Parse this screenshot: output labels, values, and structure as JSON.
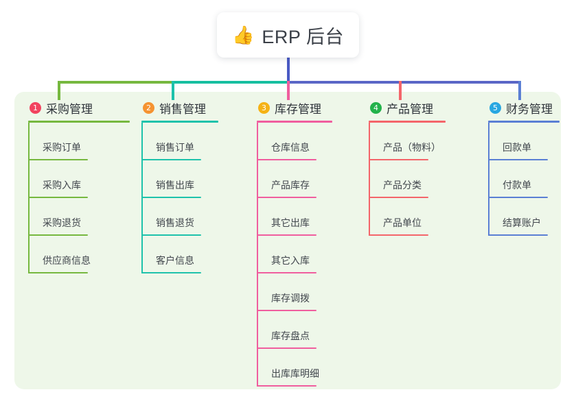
{
  "root": {
    "emoji": "👍",
    "emoji_name": "thumbs-up-icon",
    "title": "ERP 后台"
  },
  "theme": {
    "panel_bg": "#eef7e9",
    "page_bg": "#ffffff",
    "title_text": "#3a3f47",
    "stem_color": "#4a5ac4"
  },
  "bus": {
    "segment_left_color": "#76b83f",
    "segment_mid_color": "#16bfa0",
    "segment_right_color": "#5a66c6"
  },
  "columns": [
    {
      "number": "1",
      "title": "采购管理",
      "badge_color": "#f2435f",
      "line_color": "#76b83f",
      "items": [
        {
          "label": "采购订单"
        },
        {
          "label": "采购入库"
        },
        {
          "label": "采购退货"
        },
        {
          "label": "供应商信息"
        }
      ]
    },
    {
      "number": "2",
      "title": "销售管理",
      "badge_color": "#f59331",
      "line_color": "#1ec2ab",
      "items": [
        {
          "label": "销售订单"
        },
        {
          "label": "销售出库"
        },
        {
          "label": "销售退货"
        },
        {
          "label": "客户信息"
        }
      ]
    },
    {
      "number": "3",
      "title": "库存管理",
      "badge_color": "#f5b216",
      "line_color": "#f05d9e",
      "items": [
        {
          "label": "仓库信息"
        },
        {
          "label": "产品库存"
        },
        {
          "label": "其它出库"
        },
        {
          "label": "其它入库"
        },
        {
          "label": "库存调拨"
        },
        {
          "label": "库存盘点"
        },
        {
          "label": "出库库明细"
        }
      ]
    },
    {
      "number": "4",
      "title": "产品管理",
      "badge_color": "#23b24b",
      "line_color": "#f4656a",
      "items": [
        {
          "label": "产品（物料）"
        },
        {
          "label": "产品分类"
        },
        {
          "label": "产品单位"
        }
      ]
    },
    {
      "number": "5",
      "title": "财务管理",
      "badge_color": "#29a7e1",
      "line_color": "#5a7fd4",
      "items": [
        {
          "label": "回款单"
        },
        {
          "label": "付款单"
        },
        {
          "label": "结算账户"
        }
      ]
    }
  ]
}
